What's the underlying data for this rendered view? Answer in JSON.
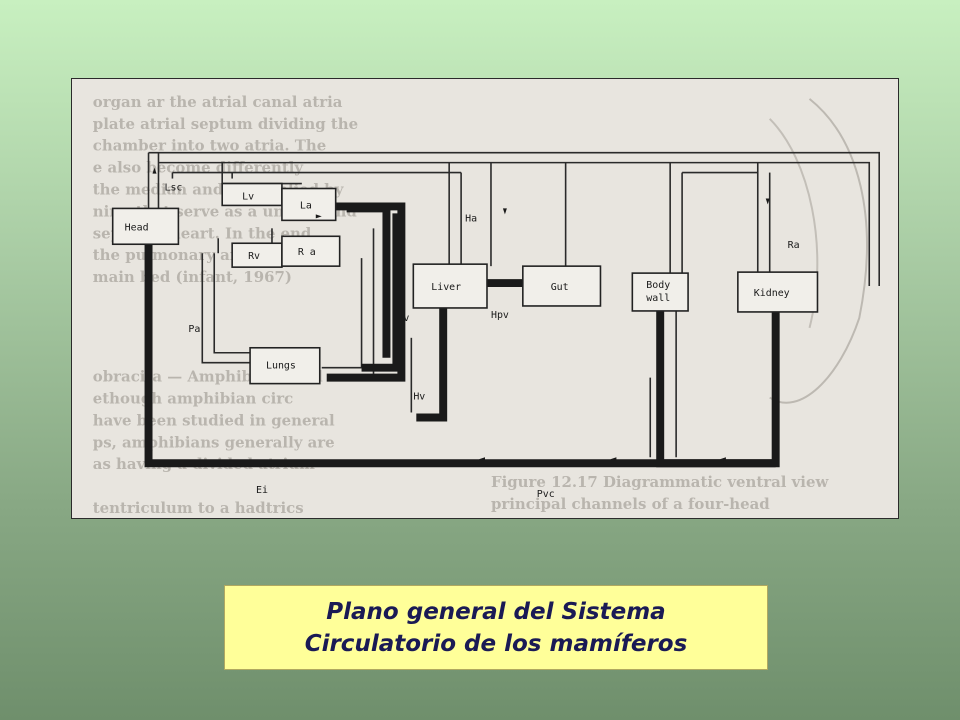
{
  "diagram": {
    "organs": {
      "head": "Head",
      "lv": "Lv",
      "la": "La",
      "rv": "Rv",
      "ra": "R a",
      "lungs": "Lungs",
      "liver": "Liver",
      "gut": "Gut",
      "body_wall_1": "Body",
      "body_wall_2": "wall",
      "kidney": "Kidney"
    },
    "vessels": {
      "lsc": "Lsc",
      "pa": "Pa",
      "pv": "Pv",
      "ha": "Ha",
      "hpv": "Hpv",
      "hv": "Hv",
      "ra_vessel": "Ra",
      "ei": "Ei",
      "pvc": "Pvc"
    }
  },
  "caption": {
    "line1": "Plano general del Sistema",
    "line2": "Circulatorio de los mamíferos"
  }
}
